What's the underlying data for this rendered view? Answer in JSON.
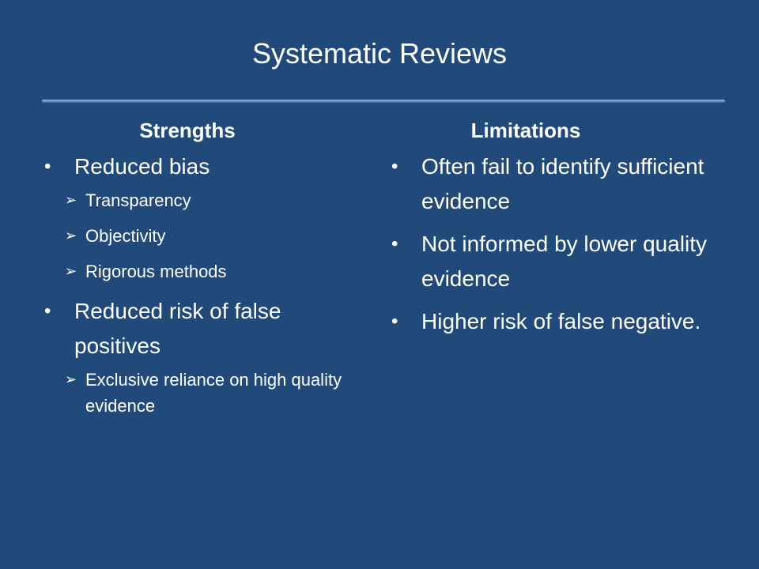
{
  "slide": {
    "title": "Systematic Reviews",
    "left": {
      "heading": "Strengths",
      "items": [
        {
          "text": "Reduced bias",
          "subitems": [
            "Transparency",
            "Objectivity",
            "Rigorous methods"
          ]
        },
        {
          "text": "Reduced risk of false positives",
          "subitems": [
            "Exclusive reliance on high quality evidence"
          ]
        }
      ]
    },
    "right": {
      "heading": "Limitations",
      "items": [
        {
          "text": "Often fail to identify sufficient evidence"
        },
        {
          "text": "Not informed by lower quality evidence"
        },
        {
          "text": "Higher risk of false negative."
        }
      ]
    },
    "bullet_glyph": "•",
    "subbullet_glyph": "➢",
    "colors": {
      "background": "#214a7b",
      "text": "#ffffff",
      "rule": "#7a9fd3"
    }
  }
}
